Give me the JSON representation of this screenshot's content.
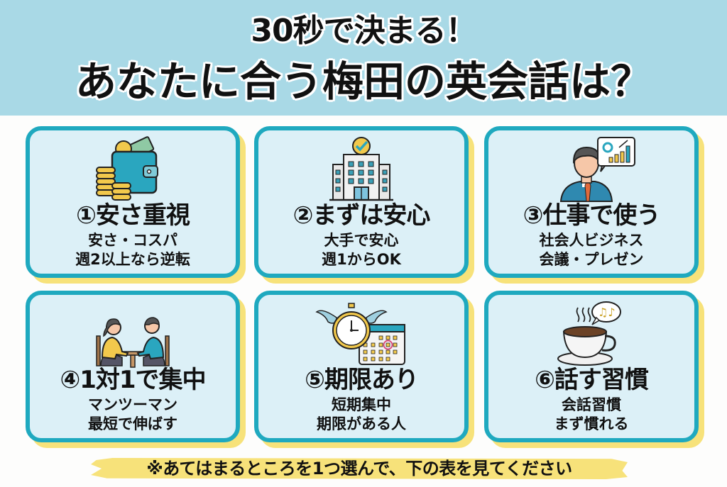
{
  "header": {
    "line1": "30秒で決まる！",
    "line2": "あなたに合う梅田の英会話は？"
  },
  "cards": [
    {
      "number": "①",
      "title": "①安さ重視",
      "line1": "安さ・コスパ",
      "line2": "週2以上なら逆転",
      "icon": "wallet-coins-icon"
    },
    {
      "number": "②",
      "title": "②まずは安心",
      "line1": "大手で安心",
      "line2": "週1からOK",
      "icon": "building-check-icon"
    },
    {
      "number": "③",
      "title": "③仕事で使う",
      "line1": "社会人ビジネス",
      "line2": "会議・プレゼン",
      "icon": "businessman-chart-icon"
    },
    {
      "number": "④",
      "title": "④1対1で集中",
      "line1": "マンツーマン",
      "line2": "最短で伸ばす",
      "icon": "one-on-one-table-icon"
    },
    {
      "number": "⑤",
      "title": "⑤期限あり",
      "line1": "短期集中",
      "line2": "期限がある人",
      "icon": "stopwatch-calendar-icon"
    },
    {
      "number": "⑥",
      "title": "⑥話す習慣",
      "line1": "会話習慣",
      "line2": "まず慣れる",
      "icon": "coffee-music-icon"
    }
  ],
  "footer": {
    "note": "※あてはまるところを1つ選んで、下の表を見てください"
  },
  "colors": {
    "header_bg": "#a9d9e6",
    "card_bg": "#dcf0f7",
    "card_border": "#1fa9bf",
    "card_shadow": "#f7e27a",
    "highlight": "#f7e27a",
    "text": "#111111"
  }
}
